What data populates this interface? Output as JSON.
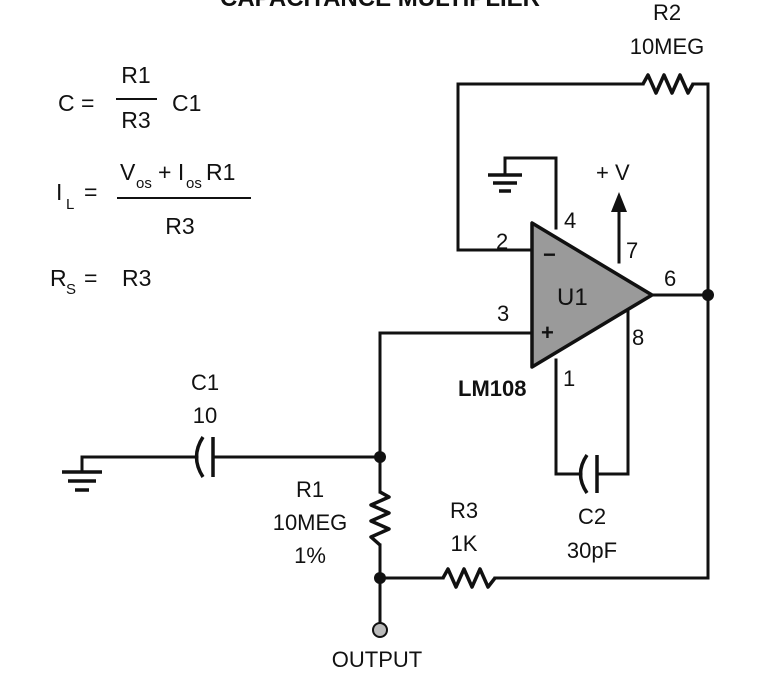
{
  "title": "CAPACITANCE MULTIPLIER",
  "equations": {
    "c": {
      "lhs": "C =",
      "num": "R1",
      "den": "R3",
      "rhs": "C1"
    },
    "il": {
      "lhs_main": "I",
      "lhs_sub": "L",
      "eq": "=",
      "num_a": "V",
      "num_a_sub": "os",
      "num_plus": "+ I",
      "num_b_sub": "os",
      "num_c": "R1",
      "den": "R3"
    },
    "rs": {
      "lhs_main": "R",
      "lhs_sub": "S",
      "eq": "=",
      "rhs": "R3"
    }
  },
  "opamp": {
    "ref": "U1",
    "part": "LM108",
    "minus": "−",
    "plus": "+",
    "supply": "+ V",
    "pins": {
      "p1": "1",
      "p2": "2",
      "p3": "3",
      "p4": "4",
      "p6": "6",
      "p7": "7",
      "p8": "8"
    }
  },
  "components": {
    "r1": {
      "ref": "R1",
      "value": "10MEG",
      "tol": "1%"
    },
    "r2": {
      "ref": "R2",
      "value": "10MEG"
    },
    "r3": {
      "ref": "R3",
      "value": "1K"
    },
    "c1": {
      "ref": "C1",
      "value": "10"
    },
    "c2": {
      "ref": "C2",
      "value": "30pF"
    }
  },
  "output_label": "OUTPUT",
  "colors": {
    "ink": "#111111",
    "opamp_fill": "#9a9a9a",
    "output_terminal": "#bbbbbb"
  }
}
